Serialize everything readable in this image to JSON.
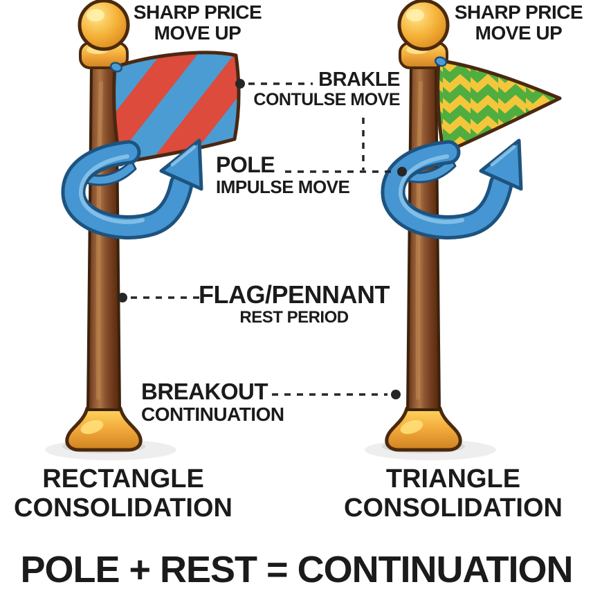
{
  "colors": {
    "background": "#FFFFFF",
    "text": "#1B1B1B",
    "pole_brown": "#8A5330",
    "gold": "#F2A93B",
    "flag_red": "#DC4B3B",
    "flag_blue": "#4B9CD3",
    "pennant_green": "#4FAE3F",
    "pennant_yellow": "#F4C63B",
    "arrow_blue": "#4596D2"
  },
  "left_flagpole": {
    "flag_style": "red-blue-diagonal-stripes-rectangle",
    "price_label": {
      "line1": "SHARP PRICE",
      "line2": "MOVE UP"
    },
    "consolidation_label": {
      "line1": "RECTANGLE",
      "line2": "CONSOLIDATION"
    }
  },
  "right_flagpole": {
    "flag_style": "green-yellow-zigzag-pennant",
    "price_label": {
      "line1": "SHARP PRICE",
      "line2": "MOVE UP"
    },
    "consolidation_label": {
      "line1": "TRIANGLE",
      "line2": "CONSOLIDATION"
    }
  },
  "annotations": {
    "brakle": {
      "title": "BRAKLE",
      "subtitle": "CONTULSE MOVE"
    },
    "pole": {
      "title": "POLE",
      "subtitle": "IMPULSE MOVE"
    },
    "flag_pennant": {
      "title": "FLAG/PENNANT",
      "subtitle": "REST PERIOD"
    },
    "breakout": {
      "title": "BREAKOUT",
      "subtitle": "CONTINUATION"
    }
  },
  "formula": "POLE + REST = CONTINUATION"
}
